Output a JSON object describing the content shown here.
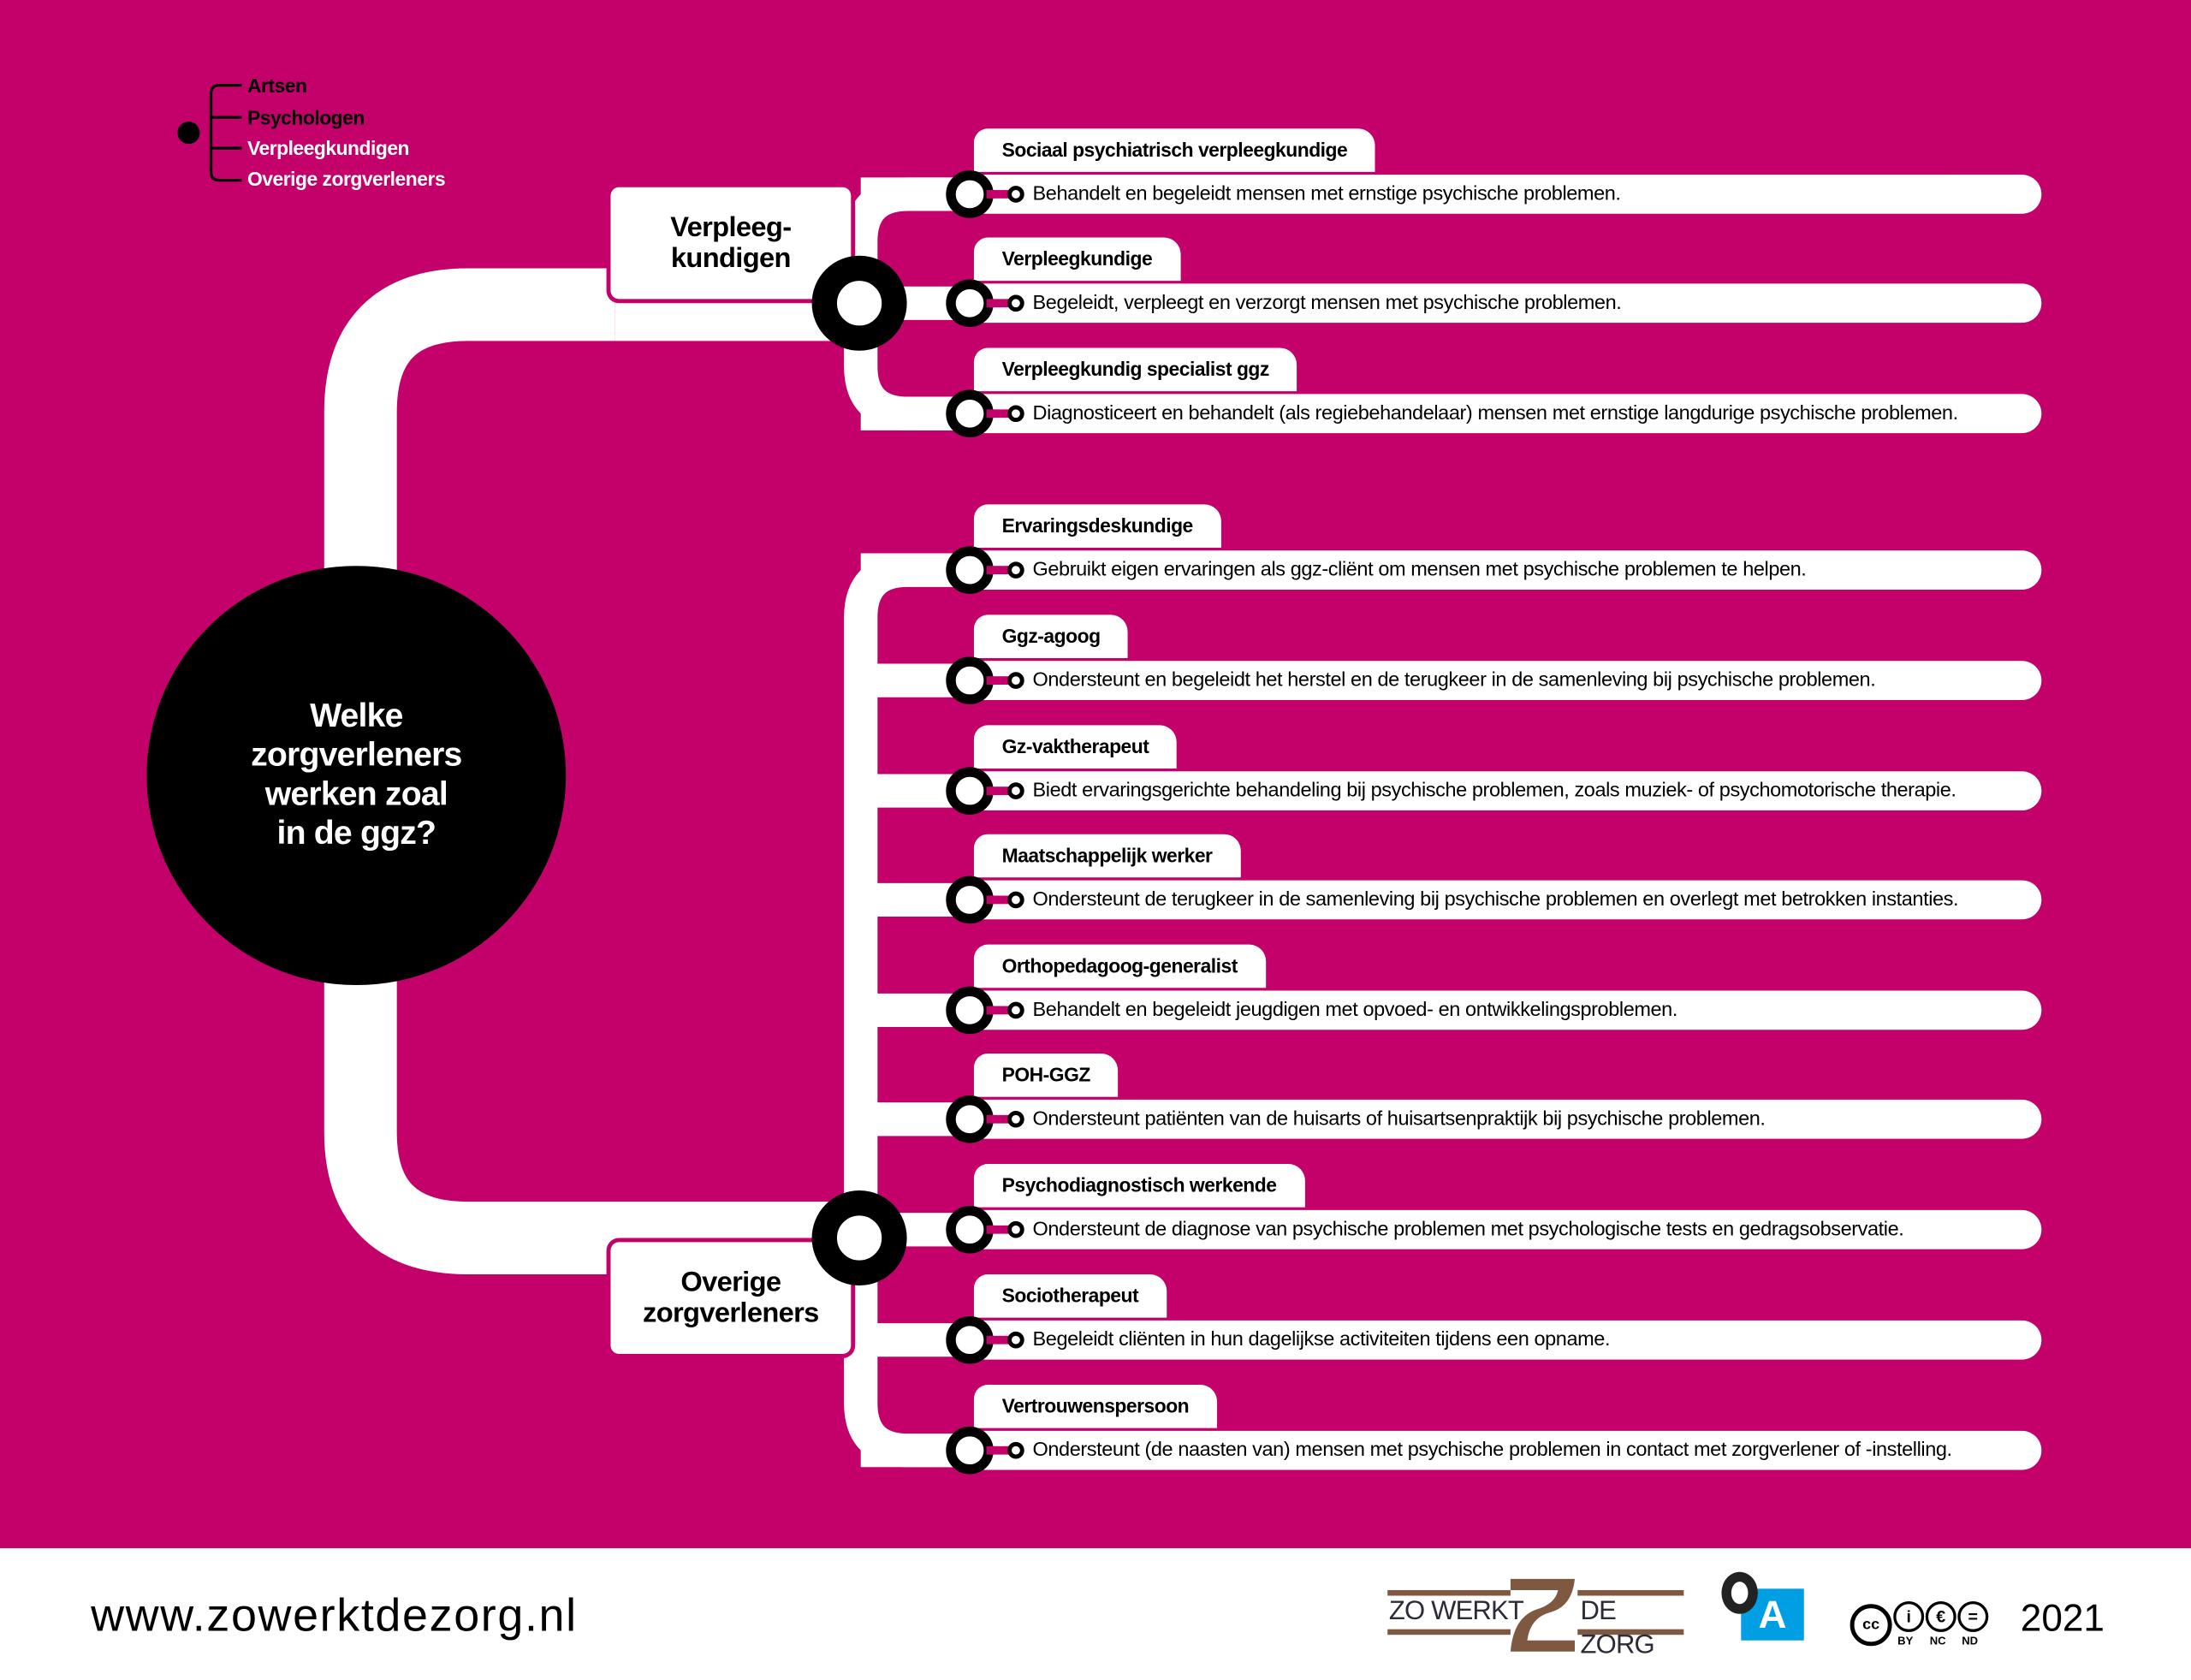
{
  "legend": {
    "items": [
      {
        "label": "Artsen",
        "color": "#000000"
      },
      {
        "label": "Psychologen",
        "color": "#000000"
      },
      {
        "label": "Verpleegkundigen",
        "color": "#ffffff"
      },
      {
        "label": "Overige zorgverleners",
        "color": "#ffffff"
      }
    ]
  },
  "center_title": "Welke\nzorgverleners\nwerken zoal\nin de ggz?",
  "categories": [
    {
      "title": "Verpleeg-\nkundigen",
      "roles": [
        {
          "name": "Sociaal psychiatrisch verpleegkundige",
          "description": "Behandelt en begeleidt mensen met ernstige psychische problemen."
        },
        {
          "name": "Verpleegkundige",
          "description": "Begeleidt, verpleegt en verzorgt mensen met psychische problemen."
        },
        {
          "name": "Verpleegkundig specialist ggz",
          "description": "Diagnosticeert en behandelt (als regiebehandelaar) mensen met ernstige langdurige psychische problemen."
        }
      ]
    },
    {
      "title": "Overige\nzorgverleners",
      "roles": [
        {
          "name": "Ervaringsdeskundige",
          "description": "Gebruikt eigen ervaringen als ggz-cliënt om mensen met psychische problemen te helpen."
        },
        {
          "name": "Ggz-agoog",
          "description": "Ondersteunt en begeleidt het herstel en de terugkeer in de samenleving bij psychische problemen."
        },
        {
          "name": "Gz-vaktherapeut",
          "description": "Biedt ervaringsgerichte behandeling bij psychische problemen, zoals muziek- of psychomotorische therapie."
        },
        {
          "name": "Maatschappelijk werker",
          "description": "Ondersteunt de terugkeer in de samenleving bij psychische problemen en overlegt met betrokken instanties."
        },
        {
          "name": "Orthopedagoog-generalist",
          "description": "Behandelt en begeleidt jeugdigen met opvoed- en ontwikkelingsproblemen."
        },
        {
          "name": "POH-GGZ",
          "description": "Ondersteunt patiënten van de huisarts of huisartsenpraktijk bij psychische problemen."
        },
        {
          "name": "Psychodiagnostisch werkende",
          "description": "Ondersteunt de diagnose van psychische problemen met psychologische tests en gedragsobservatie."
        },
        {
          "name": "Sociotherapeut",
          "description": "Begeleidt cliënten in hun dagelijkse activiteiten tijdens een opname."
        },
        {
          "name": "Vertrouwenspersoon",
          "description": "Ondersteunt (de naasten van) mensen met psychische problemen in contact met zorgverlener of -instelling."
        }
      ]
    }
  ],
  "footer": {
    "url": "www.zowerktdezorg.nl",
    "logo_text": [
      "ZO WERKT",
      "DE ZORG"
    ],
    "oa_letter": "A",
    "license": [
      "BY",
      "NC",
      "ND"
    ],
    "year": "2021"
  },
  "colors": {
    "background": "#c4006a",
    "logo_brown": "#7f5841",
    "oa_blue": "#009fe3"
  }
}
